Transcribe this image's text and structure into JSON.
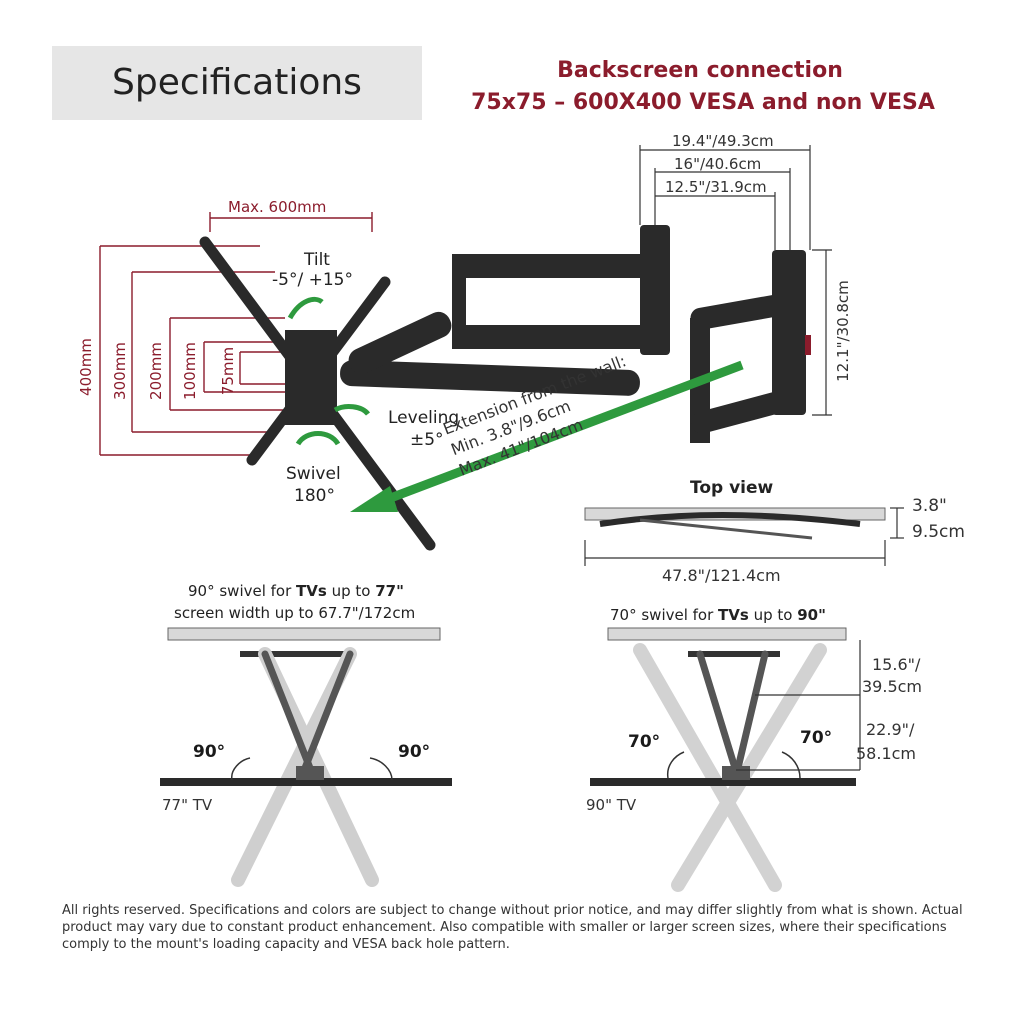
{
  "header": {
    "title": "Specifications",
    "backscreen_line1": "Backscreen connection",
    "backscreen_line2": "75x75 – 600X400 VESA and non VESA"
  },
  "vesa": {
    "max_width": "Max. 600mm",
    "heights": [
      "400mm",
      "300mm",
      "200mm",
      "100mm",
      "75mm"
    ]
  },
  "motion": {
    "tilt_title": "Tilt",
    "tilt_range": "-5°/ +15°",
    "leveling_title": "Leveling",
    "leveling_range": "±5°",
    "swivel_title": "Swivel",
    "swivel_range": "180°"
  },
  "extension": {
    "line1": "Extension from the wall:",
    "line2": "Min. 3.8\"/9.6cm",
    "line3": "Max. 41\"/104cm"
  },
  "arm_dims": {
    "d1": "19.4\"/49.3cm",
    "d2": "16\"/40.6cm",
    "d3": "12.5\"/31.9cm",
    "plate_height": "12.1\"/30.8cm"
  },
  "top_view": {
    "title": "Top view",
    "depth_in": "3.8\"",
    "depth_cm": "9.5cm",
    "width": "47.8\"/121.4cm"
  },
  "swivel77": {
    "line1_pre": "90° swivel for ",
    "line1_bold": "TVs",
    "line1_mid": " up to ",
    "line1_size": "77\"",
    "line2": "screen width up to 67.7\"/172cm",
    "angle_left": "90°",
    "angle_right": "90°",
    "tv_label": "77\" TV"
  },
  "swivel90": {
    "line1_pre": "70° swivel for ",
    "line1_bold": "TVs",
    "line1_mid": " up to ",
    "line1_size": "90\"",
    "angle_left": "70°",
    "angle_right": "70°",
    "dim1_line1": "15.6\"/",
    "dim1_line2": "39.5cm",
    "dim2_line1": "22.9\"/",
    "dim2_line2": "58.1cm",
    "tv_label": "90\" TV"
  },
  "footer": {
    "text": "All rights reserved. Specifications and colors are subject to change without prior notice, and may differ slightly from what is shown. Actual product may vary due to constant product enhancement. Also compatible with smaller or larger screen sizes, where their specifications comply to the mount's loading capacity and VESA back hole pattern."
  },
  "colors": {
    "accent_red": "#8b1c2c",
    "arrow_green": "#2e9a3e",
    "mount_black": "#2a2a2a"
  }
}
